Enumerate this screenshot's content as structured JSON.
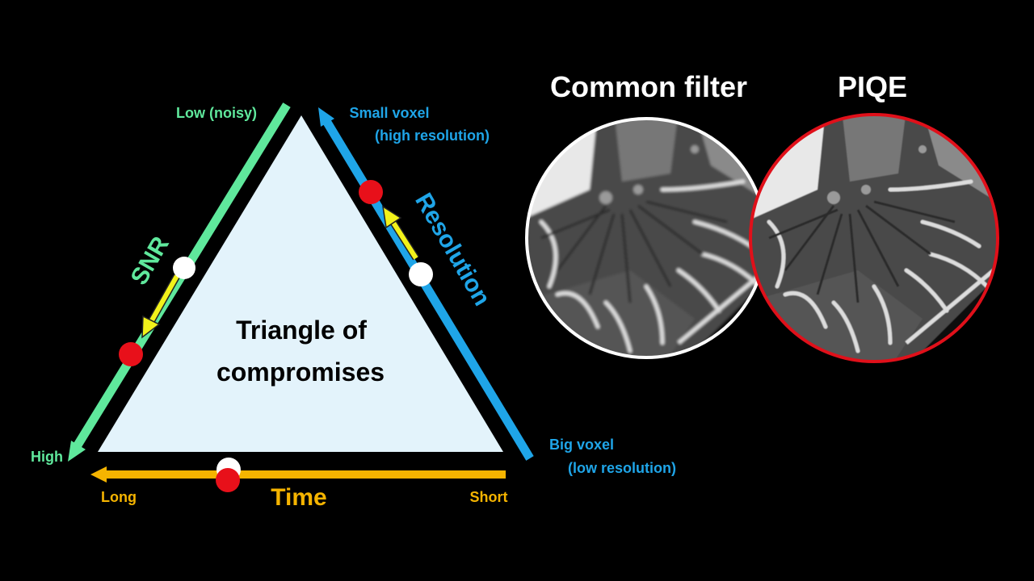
{
  "triangle": {
    "title_line1": "Triangle of",
    "title_line2": "compromises"
  },
  "snr": {
    "axis_label": "SNR",
    "end_top": "Low (noisy)",
    "end_bottom": "High",
    "color": "#5FE89C"
  },
  "resolution": {
    "axis_label": "Resolution",
    "end_top_line1": "Small voxel",
    "end_top_line2": "(high resolution)",
    "end_bottom_line1": "Big voxel",
    "end_bottom_line2": "(low resolution)",
    "color": "#1FA5E8"
  },
  "time": {
    "axis_label": "Time",
    "end_left": "Long",
    "end_right": "Short",
    "color": "#F5B400"
  },
  "images": {
    "left_title": "Common filter",
    "right_title": "PIQE",
    "left_border_color": "#FFFFFF",
    "right_border_color": "#E0101A"
  },
  "colors": {
    "triangle_fill": "#E3F3FB",
    "shift_arrow": "#F2F21A",
    "marker_before": "#FFFFFF",
    "marker_after": "#E8101A"
  }
}
